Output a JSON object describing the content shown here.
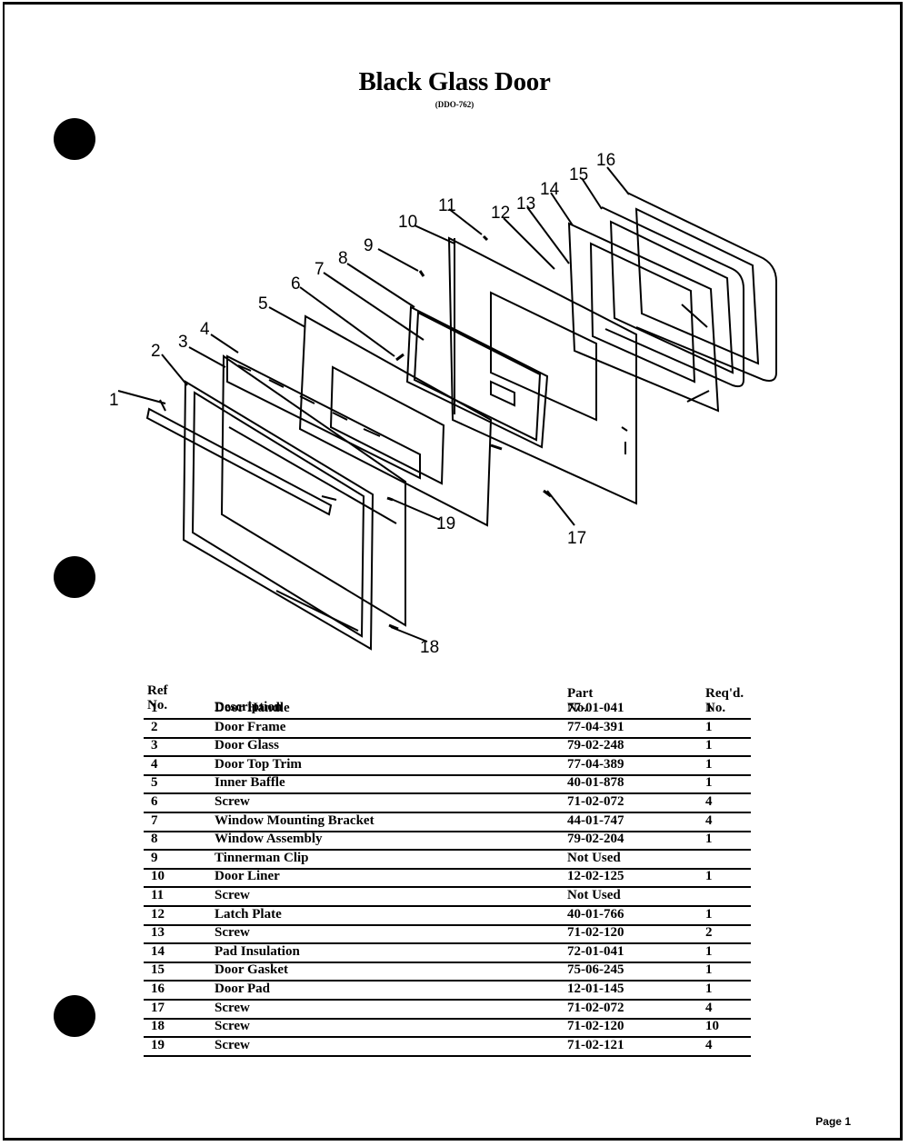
{
  "title": "Black Glass Door",
  "model": "(DDO-762)",
  "callouts": [
    "1",
    "2",
    "3",
    "4",
    "5",
    "6",
    "7",
    "8",
    "9",
    "10",
    "11",
    "12",
    "13",
    "14",
    "15",
    "16",
    "17",
    "18",
    "19"
  ],
  "table": {
    "headers": {
      "ref_line1": "Ref",
      "ref_line2": "No.",
      "description": "Description",
      "part_line1": "Part",
      "part_line2": "No.",
      "qty_line1": "Req'd.",
      "qty_line2": "No."
    },
    "rows": [
      {
        "ref": "1",
        "description": "Door Handle",
        "part": "77-01-041",
        "qty": "1"
      },
      {
        "ref": "2",
        "description": "Door Frame",
        "part": "77-04-391",
        "qty": "1"
      },
      {
        "ref": "3",
        "description": "Door Glass",
        "part": "79-02-248",
        "qty": "1"
      },
      {
        "ref": "4",
        "description": "Door Top Trim",
        "part": "77-04-389",
        "qty": "1"
      },
      {
        "ref": "5",
        "description": "Inner Baffle",
        "part": "40-01-878",
        "qty": "1"
      },
      {
        "ref": "6",
        "description": "Screw",
        "part": "71-02-072",
        "qty": "4"
      },
      {
        "ref": "7",
        "description": "Window Mounting Bracket",
        "part": "44-01-747",
        "qty": "4"
      },
      {
        "ref": "8",
        "description": "Window Assembly",
        "part": "79-02-204",
        "qty": "1"
      },
      {
        "ref": "9",
        "description": "Tinnerman Clip",
        "part": "Not Used",
        "qty": ""
      },
      {
        "ref": "10",
        "description": "Door Liner",
        "part": "12-02-125",
        "qty": "1"
      },
      {
        "ref": "11",
        "description": "Screw",
        "part": "Not Used",
        "qty": ""
      },
      {
        "ref": "12",
        "description": "Latch Plate",
        "part": "40-01-766",
        "qty": "1"
      },
      {
        "ref": "13",
        "description": "Screw",
        "part": "71-02-120",
        "qty": "2"
      },
      {
        "ref": "14",
        "description": "Pad Insulation",
        "part": "72-01-041",
        "qty": "1"
      },
      {
        "ref": "15",
        "description": "Door Gasket",
        "part": "75-06-245",
        "qty": "1"
      },
      {
        "ref": "16",
        "description": "Door Pad",
        "part": "12-01-145",
        "qty": "1"
      },
      {
        "ref": "17",
        "description": "Screw",
        "part": "71-02-072",
        "qty": "4"
      },
      {
        "ref": "18",
        "description": "Screw",
        "part": "71-02-120",
        "qty": "10"
      },
      {
        "ref": "19",
        "description": "Screw",
        "part": "71-02-121",
        "qty": "4"
      }
    ]
  },
  "page_label": "Page 1"
}
